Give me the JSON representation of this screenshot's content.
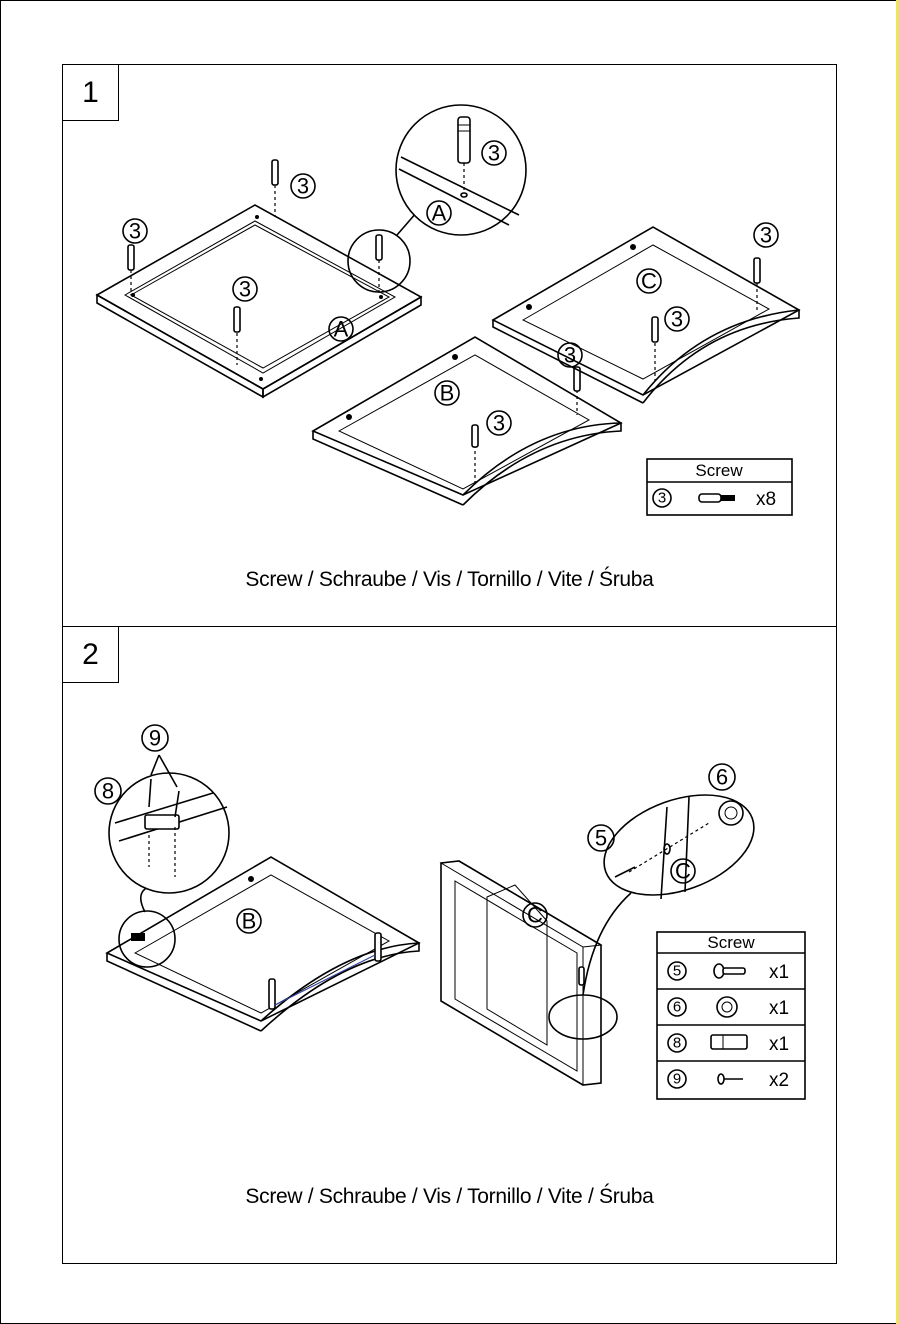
{
  "steps": [
    {
      "number": "1",
      "caption": "Screw / Schraube / Vis / Tornillo / Vite / Śruba",
      "panel_labels": {
        "a": "A",
        "b": "B",
        "c": "C"
      },
      "callout_number": "3",
      "parts_table": {
        "title": "Screw",
        "rows": [
          {
            "part": "3",
            "qty": "x8",
            "icon": "dowel-screw-icon"
          }
        ]
      }
    },
    {
      "number": "2",
      "caption": "Screw / Schraube / Vis / Tornillo / Vite / Śruba",
      "panel_labels": {
        "b": "B",
        "c": "C"
      },
      "callouts": [
        "9",
        "8",
        "5",
        "6"
      ],
      "parts_table": {
        "title": "Screw",
        "rows": [
          {
            "part": "5",
            "qty": "x1",
            "icon": "screw-icon"
          },
          {
            "part": "6",
            "qty": "x1",
            "icon": "knob-icon"
          },
          {
            "part": "8",
            "qty": "x1",
            "icon": "magnetic-catch-icon"
          },
          {
            "part": "9",
            "qty": "x2",
            "icon": "small-screw-icon"
          }
        ]
      }
    }
  ],
  "colors": {
    "line": "#000000",
    "page_edge_accent": "#ede55a"
  }
}
